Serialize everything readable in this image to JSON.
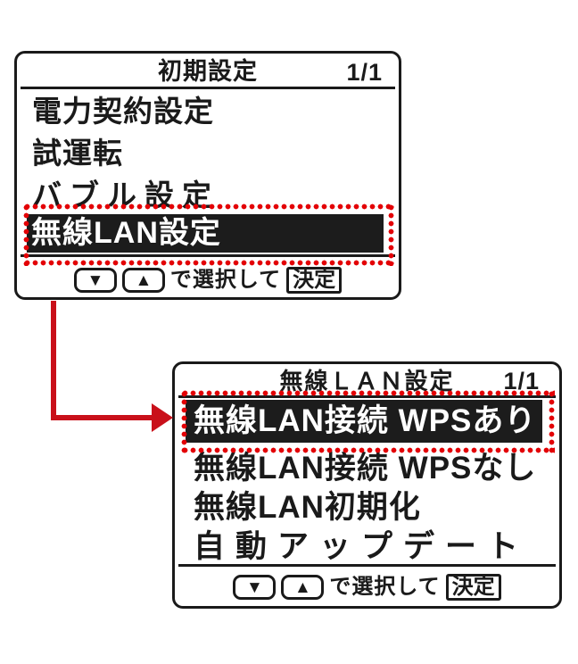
{
  "colors": {
    "dot_red": "#e30005",
    "arrow_red": "#c9101a",
    "ink": "#1a1a1a",
    "highlight_bg": "#1c1c1c",
    "highlight_text": "#ffffff",
    "screen_bg": "#ffffff"
  },
  "screen_initial": {
    "title": "初期設定",
    "page_indicator": "1/1",
    "items": [
      {
        "label": "電力契約設定",
        "selected": false
      },
      {
        "label": "試運転",
        "selected": false
      },
      {
        "label": "バブル設定",
        "selected": false
      },
      {
        "label": "無線LAN設定",
        "selected": true
      }
    ],
    "help": {
      "down_key": "▼",
      "up_key": "▲",
      "instruction": "で選択して",
      "enter_key": "決定"
    }
  },
  "screen_wireless": {
    "title": "無線ＬＡＮ設定",
    "page_indicator": "1/1",
    "items": [
      {
        "label": "無線LAN接続 WPSあり",
        "selected": true
      },
      {
        "label": "無線LAN接続 WPSなし",
        "selected": false
      },
      {
        "label": "無線LAN初期化",
        "selected": false
      },
      {
        "label": "自動アップデート",
        "selected": false
      }
    ],
    "help": {
      "down_key": "▼",
      "up_key": "▲",
      "instruction": "で選択して",
      "enter_key": "決定"
    }
  }
}
